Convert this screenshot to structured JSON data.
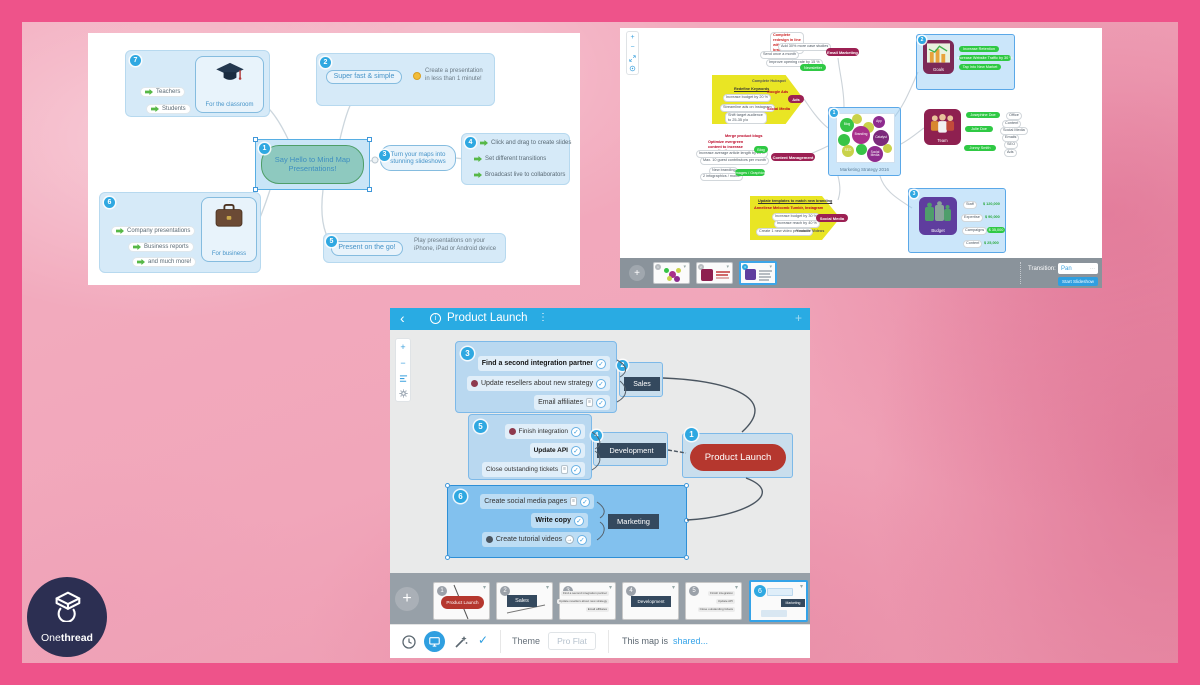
{
  "icons": {
    "plus": "+",
    "minus": "−",
    "back": "‹",
    "kebab": "⋮",
    "info": "i",
    "check": "✓",
    "menu": "≡",
    "caret_down": "▾",
    "more": "⋯",
    "arrow_right": "→",
    "collapse": "−",
    "smiley": "☺"
  },
  "colors": {
    "frame_pink": "#ee538a",
    "wash_pink": "#f1a6ba",
    "accent_blue": "#29abe3",
    "badge_blue": "#2fa8e1",
    "maroon": "#9c2053",
    "green": "#2fc944",
    "flag_yellow": "#e9e524",
    "dark_node": "#34495e",
    "red_node": "#b5372e",
    "logo_navy": "#2c2f52"
  },
  "logo": {
    "one": "One",
    "thread": "thread"
  },
  "hello_map": {
    "center": {
      "badge": "1",
      "label": "Say Hello to Mind Map Presentations!"
    },
    "fast": {
      "badge": "2",
      "label": "Super fast & simple",
      "note": "Create a presentation in less than 1 minute!"
    },
    "slideshows": {
      "badge": "3",
      "label": "Turn your maps into stunning slideshows"
    },
    "slide_tools": {
      "badge": "4",
      "items": [
        "Click and drag to create slides",
        "Set different transitions",
        "Broadcast live to collaborators"
      ]
    },
    "go": {
      "badge": "5",
      "label": "Present on the go!",
      "note": "Play presentations on your iPhone, iPad or Android device"
    },
    "business": {
      "badge": "6",
      "label": "For business",
      "items": [
        "Company presentations",
        "Business reports",
        "and much more!"
      ]
    },
    "classroom": {
      "badge": "7",
      "label": "For the classroom",
      "items": [
        "Teachers",
        "Students"
      ]
    }
  },
  "strategy_map": {
    "center": {
      "badge": "1",
      "title": "Marketing Strategy 2016",
      "bubbles": [
        "Blog",
        "App",
        "Branding",
        "Catalyst",
        "SEO",
        "Social Media"
      ]
    },
    "email": {
      "label": "Email Marketing",
      "child": "Newsletter",
      "items": [
        "Complete redesign in line with new branding",
        "Add 30% more case studies",
        "Send once a month",
        "Improve opening rate by 15 %"
      ]
    },
    "ads": {
      "label": "Ads",
      "heading": "Complete Hubspot",
      "keywords": "Redefine Keywords",
      "google": "Google Ads",
      "social": "Social Media",
      "items": [
        "Increase budget by 20 %",
        "Streamline ads on Instagram",
        "Shift target audience to 25-35 y/o"
      ]
    },
    "content": {
      "label": "Content Management",
      "blog": "Blog",
      "blog_items": [
        "Merge product blogs",
        "Optimize evergreen content to increase monetization",
        "Increase average article length by 20%",
        "Max. 10 guest contributors per month"
      ],
      "images": "Images / Graphics",
      "images_items": [
        "New branding",
        "2 infographics / month"
      ]
    },
    "social": {
      "label": "Social Media",
      "heading": "Update templates to match new branding",
      "mention": "Anneliese Melcomb  Tumblr, Instagram",
      "items": [
        "Increase budget by 30 %",
        "Increase reach by 40 %",
        "Create 1 new video per month"
      ],
      "child": "Youtube Videos"
    },
    "goals": {
      "badge": "2",
      "label": "Goals",
      "items": [
        "Increase Retention",
        "Increase Website Traffic by 30 %",
        "Tap Into New Market"
      ]
    },
    "team": {
      "label": "Team",
      "members": [
        {
          "name": "Josephine Doe",
          "tags": [
            "Office"
          ]
        },
        {
          "name": "Julie Doe",
          "tags": [
            "Content",
            "Social Media",
            "Emails"
          ]
        },
        {
          "name": "Jonny Smith",
          "tags": [
            "SEO",
            "Ads"
          ]
        }
      ]
    },
    "budget": {
      "badge": "3",
      "label": "Budget",
      "rows": [
        {
          "name": "Staff",
          "value": "$ 120,000"
        },
        {
          "name": "Expertise",
          "value": "$ 90,000"
        },
        {
          "name": "Campaigns",
          "value": "$ 35,000"
        },
        {
          "name": "Content",
          "value": "$ 25,000"
        }
      ]
    },
    "footer": {
      "transition_label": "Transition:",
      "transition_value": "Pan",
      "start_button": "Start Slideshow",
      "slide_nums": [
        "1",
        "2",
        "3"
      ]
    }
  },
  "launch_map": {
    "header": {
      "title": "Product Launch"
    },
    "sales_group": {
      "badge": "3",
      "tasks": [
        "Find a second integration partner",
        "Update resellers about new strategy",
        "Email affiliates"
      ]
    },
    "dev_group": {
      "badge": "5",
      "tasks": [
        "Finish integration",
        "Update API",
        "Close outstanding tickets"
      ]
    },
    "marketing_group": {
      "badge": "6",
      "tasks": [
        "Create social media pages",
        "Write copy",
        "Create tutorial videos"
      ]
    },
    "nodes": {
      "sales": {
        "badge": "2",
        "label": "Sales"
      },
      "development": {
        "badge": "4",
        "label": "Development"
      },
      "marketing": {
        "label": "Marketing"
      },
      "product": {
        "badge": "1",
        "label": "Product Launch"
      }
    },
    "slides": [
      {
        "num": "1",
        "label": "Product Launch"
      },
      {
        "num": "2",
        "label": "Sales"
      },
      {
        "num": "3"
      },
      {
        "num": "4",
        "label": "Development"
      },
      {
        "num": "5"
      },
      {
        "num": "6",
        "label": "Marketing"
      }
    ],
    "footer": {
      "theme_label": "Theme",
      "theme_value": "Pro Flat",
      "shared_prefix": "This map is",
      "shared_link": "shared..."
    }
  }
}
